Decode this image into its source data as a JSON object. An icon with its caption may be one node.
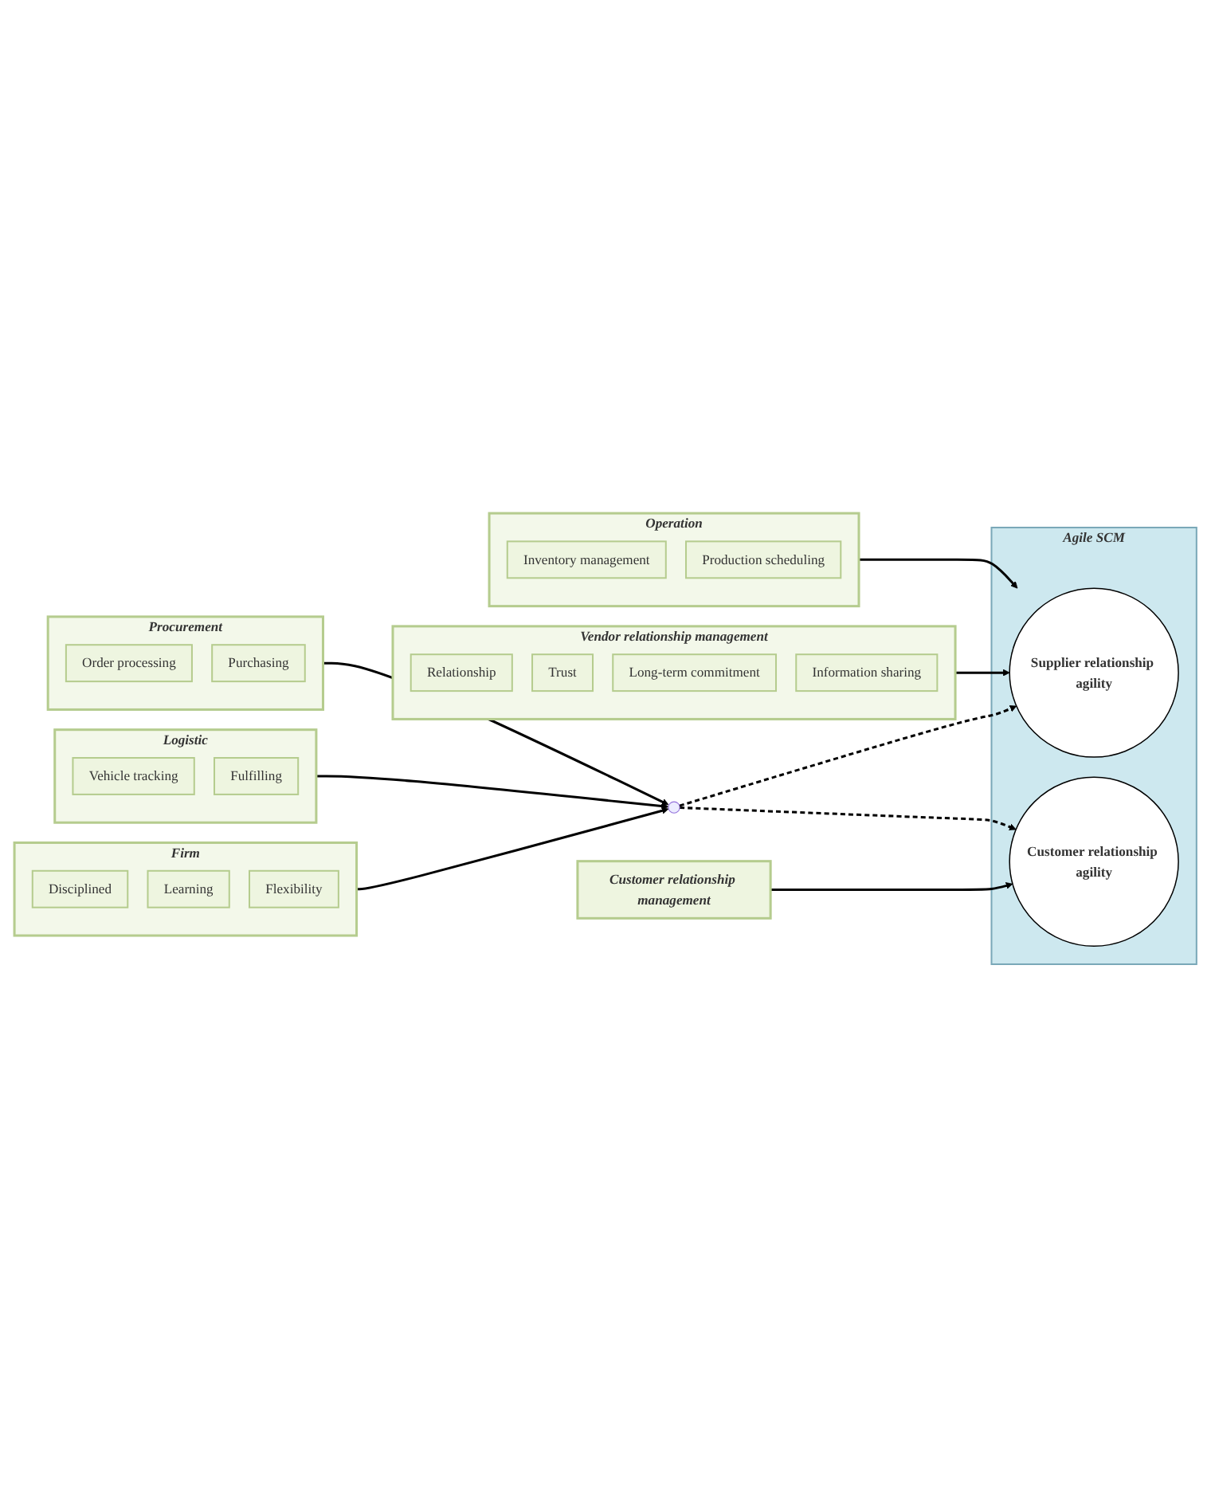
{
  "diagram": {
    "nodes": [
      {
        "text": [
          "Procurement"
        ]
      },
      {
        "text": [
          "Order processing"
        ],
        "in": 0
      },
      {
        "text": [
          "Purchasing"
        ],
        "in": 0
      },
      {
        "text": [
          "Logistic"
        ]
      },
      {
        "text": [
          "Vehicle tracking"
        ],
        "in": 3
      },
      {
        "text": [
          "Fulfilling"
        ],
        "in": 3
      },
      {
        "text": [
          "Firm"
        ]
      },
      {
        "text": [
          "Disciplined"
        ],
        "in": 6
      },
      {
        "text": [
          "Learning"
        ],
        "in": 6
      },
      {
        "text": [
          "Flexibility"
        ],
        "in": 6
      },
      {
        "text": [],
        "shape": "circle"
      },
      {
        "text": [
          "Agile SCM"
        ]
      },
      {
        "text": [
          "Supplier relationship agility"
        ],
        "in": 11
      },
      {
        "text": [
          "Customer relationship agility"
        ],
        "in": 11
      },
      {
        "text": [
          "Vendor relationship management"
        ]
      },
      {
        "text": [
          "Relationship"
        ],
        "in": 14
      },
      {
        "text": [
          "Trust"
        ],
        "in": 14
      },
      {
        "text": [
          "Long-term commitment"
        ],
        "in": 14
      },
      {
        "text": [
          "Information sharing"
        ],
        "in": 14
      },
      {
        "text": [
          "Operation"
        ]
      },
      {
        "text": [
          "Inventory management"
        ],
        "in": 19
      },
      {
        "text": [
          "Production scheduling"
        ],
        "in": 19
      },
      {
        "text": [
          "Customer relationship management"
        ]
      }
    ],
    "edges": [
      {
        "from": 0,
        "to": 10,
        "arrow": "to"
      },
      {
        "from": 3,
        "to": 10,
        "arrow": "to"
      },
      {
        "from": 6,
        "to": 10,
        "arrow": "to"
      },
      {
        "from": 10,
        "to": 12,
        "arrow": "to",
        "style": "dashed"
      },
      {
        "from": 10,
        "to": 13,
        "arrow": "to",
        "style": "dashed"
      },
      {
        "from": 14,
        "to": 12,
        "arrow": "to"
      },
      {
        "from": 19,
        "to": 12,
        "arrow": "to"
      },
      {
        "from": 22,
        "to": 13,
        "arrow": "to"
      }
    ]
  }
}
